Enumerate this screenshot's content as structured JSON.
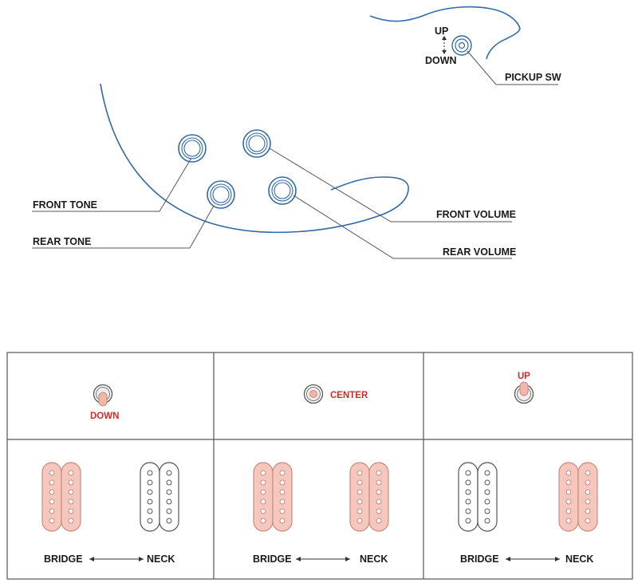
{
  "colors": {
    "body_outline": "#2f6aa8",
    "active_pickup_fill": "#f6c8bd",
    "active_pickup_stroke": "#c98a7e",
    "inactive_pickup_fill": "#ffffff",
    "inactive_pickup_stroke": "#555555",
    "accent_red": "#d42a2a"
  },
  "controls": {
    "switch_up": "UP",
    "switch_down": "DOWN",
    "pickup_sw": "PICKUP SW",
    "front_tone": "FRONT TONE",
    "rear_tone": "REAR TONE",
    "front_volume": "FRONT VOLUME",
    "rear_volume": "REAR VOLUME"
  },
  "positions": [
    {
      "label": "DOWN",
      "switch": "down",
      "bridge_active": true,
      "neck_active": false,
      "bridge_label": "BRIDGE",
      "neck_label": "NECK"
    },
    {
      "label": "CENTER",
      "switch": "center",
      "bridge_active": true,
      "neck_active": true,
      "bridge_label": "BRIDGE",
      "neck_label": "NECK"
    },
    {
      "label": "UP",
      "switch": "up",
      "bridge_active": false,
      "neck_active": true,
      "bridge_label": "BRIDGE",
      "neck_label": "NECK"
    }
  ]
}
